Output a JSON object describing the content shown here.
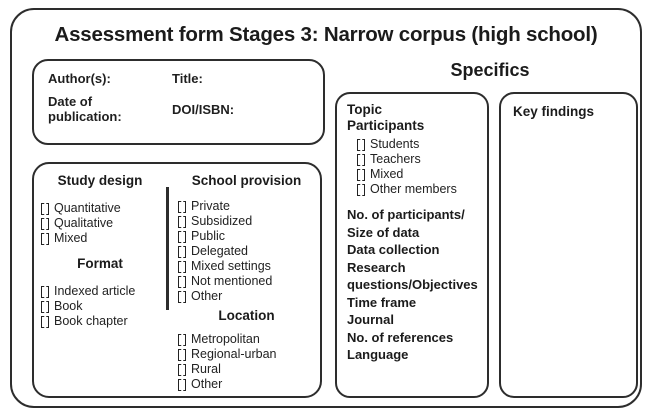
{
  "title": "Assessment form Stages 3: Narrow corpus (high school)",
  "biblio": {
    "author_label": "Author(s):",
    "title_label": "Title:",
    "date_label": "Date of\npublication:",
    "doi_label": "DOI/ISBN:"
  },
  "specifics_heading": "Specifics",
  "study_box": {
    "left_column": {
      "sections": [
        {
          "heading": "Study design",
          "options": [
            "Quantitative",
            "Qualitative",
            "Mixed"
          ]
        },
        {
          "heading": "Format",
          "options": [
            "Indexed article",
            "Book",
            "Book chapter"
          ]
        }
      ]
    },
    "right_column": {
      "sections": [
        {
          "heading": "School provision",
          "options": [
            "Private",
            "Subsidized",
            "Public",
            "Delegated",
            "Mixed settings",
            "Not mentioned",
            "Other"
          ]
        },
        {
          "heading": "Location",
          "options": [
            "Metropolitan",
            "Regional-urban",
            "Rural",
            "Other"
          ]
        }
      ]
    }
  },
  "topic_box": {
    "headings": [
      "Topic",
      "Participants"
    ],
    "options": [
      "Students",
      "Teachers",
      "Mixed",
      "Other members"
    ],
    "fields": [
      "No. of participants/\nSize of data",
      "Data collection",
      "Research\nquestions/Objectives",
      "Time frame",
      "Journal",
      "No. of references",
      "Language"
    ]
  },
  "findings_box": {
    "heading": "Key findings"
  },
  "colors": {
    "ink": "#1f1f1f",
    "border": "#2d2d2d",
    "background": "#ffffff"
  }
}
